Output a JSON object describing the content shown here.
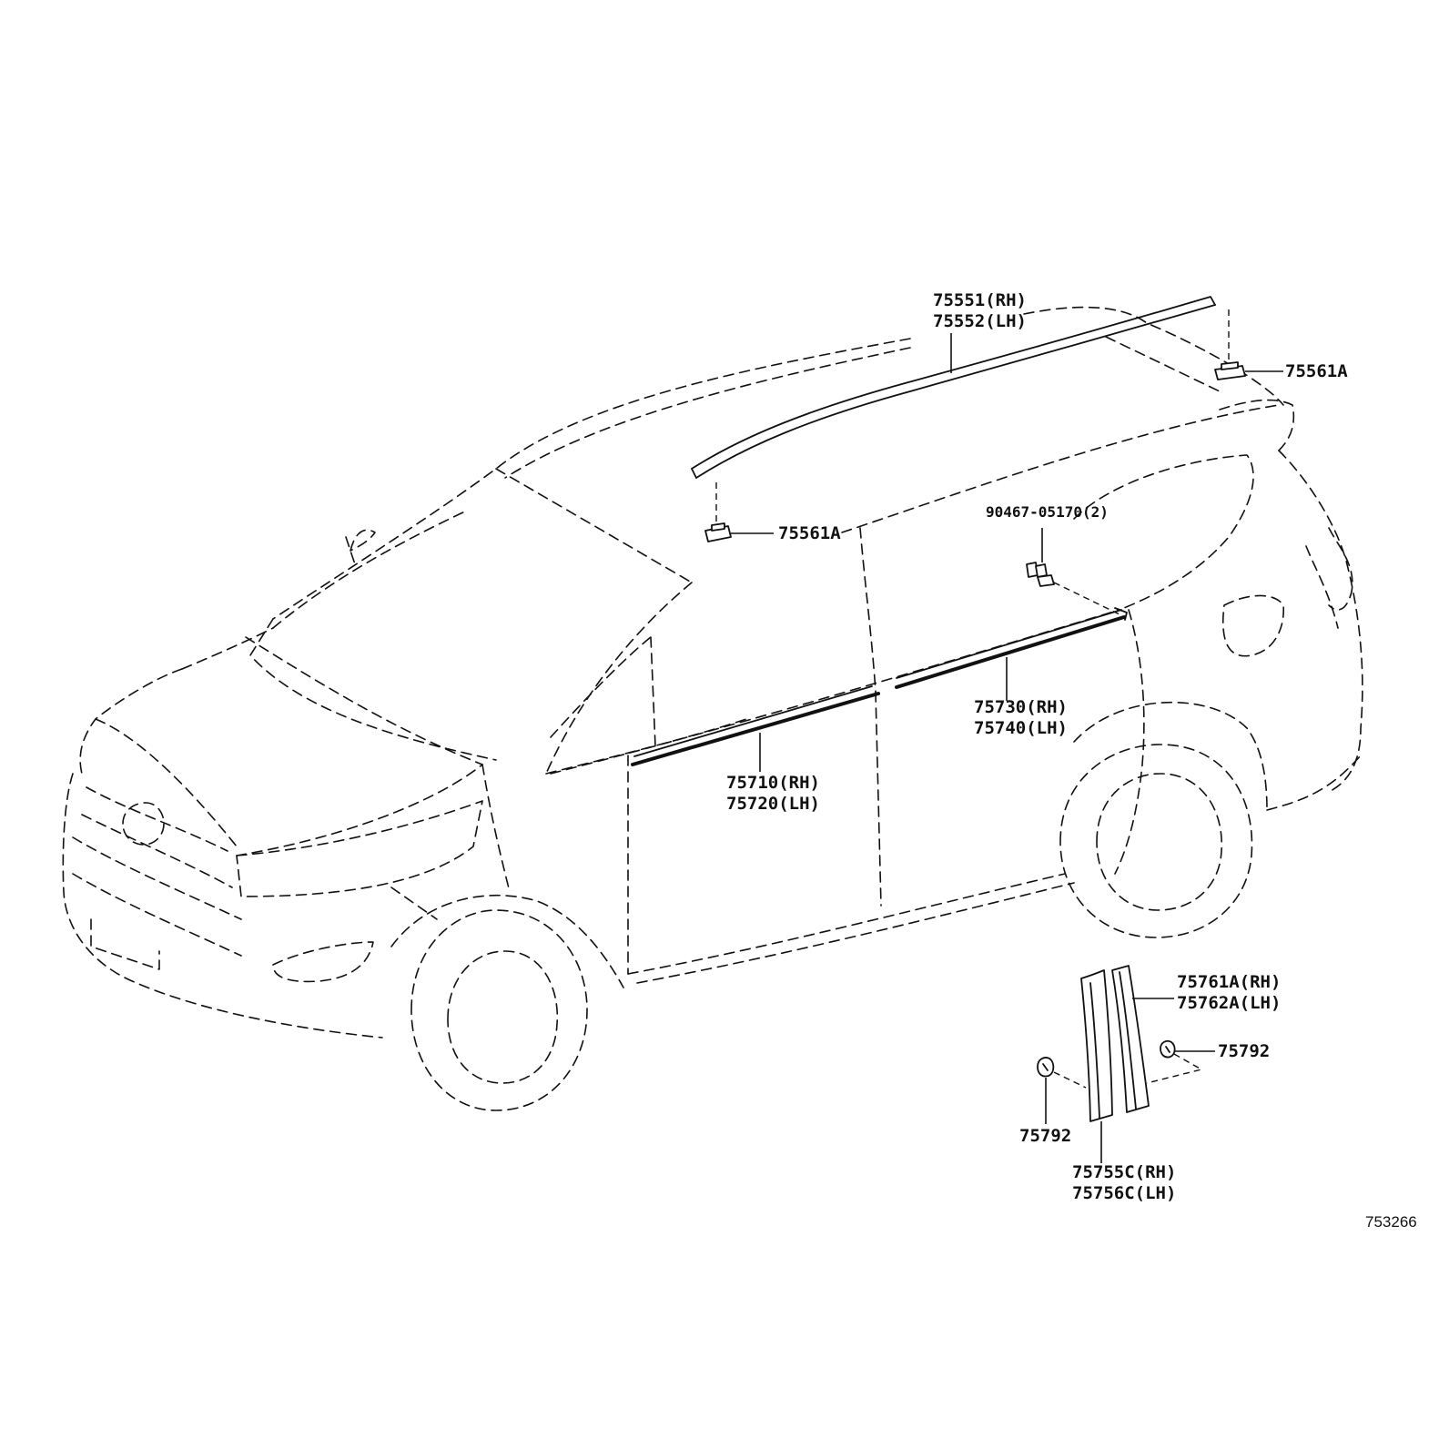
{
  "diagram": {
    "labels": {
      "roof_molding_rh": "75551(RH)",
      "roof_molding_lh": "75552(LH)",
      "roof_clip_rear": "75561A",
      "roof_clip_front": "75561A",
      "clip_screw": "90467-05170(2)",
      "rear_door_belt_rh": "75730(RH)",
      "rear_door_belt_lh": "75740(LH)",
      "front_door_belt_rh": "75710(RH)",
      "front_door_belt_lh": "75720(LH)",
      "pillar_garnish_outer_rh": "75761A(RH)",
      "pillar_garnish_outer_lh": "75762A(LH)",
      "clip_right": "75792",
      "clip_left": "75792",
      "pillar_garnish_inner_rh": "75755C(RH)",
      "pillar_garnish_inner_lh": "75756C(LH)"
    },
    "reference_number": "753266"
  }
}
